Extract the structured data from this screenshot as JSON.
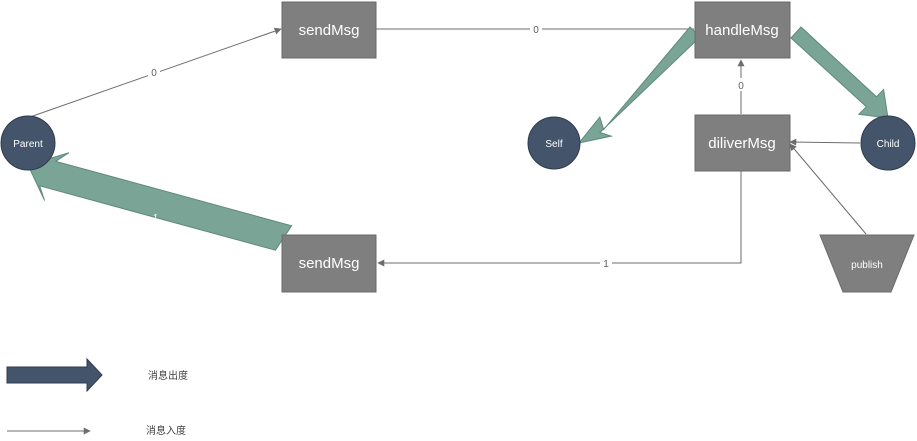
{
  "colors": {
    "box": "#7f7f7f",
    "circle": "#44546a",
    "big_arrow": "#7aa596",
    "legend_arrow": "#44546a",
    "thin_line": "#6d6d6d"
  },
  "nodes": {
    "send_top": "sendMsg",
    "handle": "handleMsg",
    "diliver": "diliverMsg",
    "send_bottom": "sendMsg",
    "parent": "Parent",
    "self": "Self",
    "child": "Child",
    "publish": "publish"
  },
  "edges": {
    "parent_to_send_top": "0",
    "send_top_to_handle": "0",
    "diliver_to_handle": "0",
    "diliver_to_send_bottom": "1",
    "send_bottom_to_parent": "1"
  },
  "legend": {
    "out_degree": "消息出度",
    "in_degree": "消息入度"
  }
}
